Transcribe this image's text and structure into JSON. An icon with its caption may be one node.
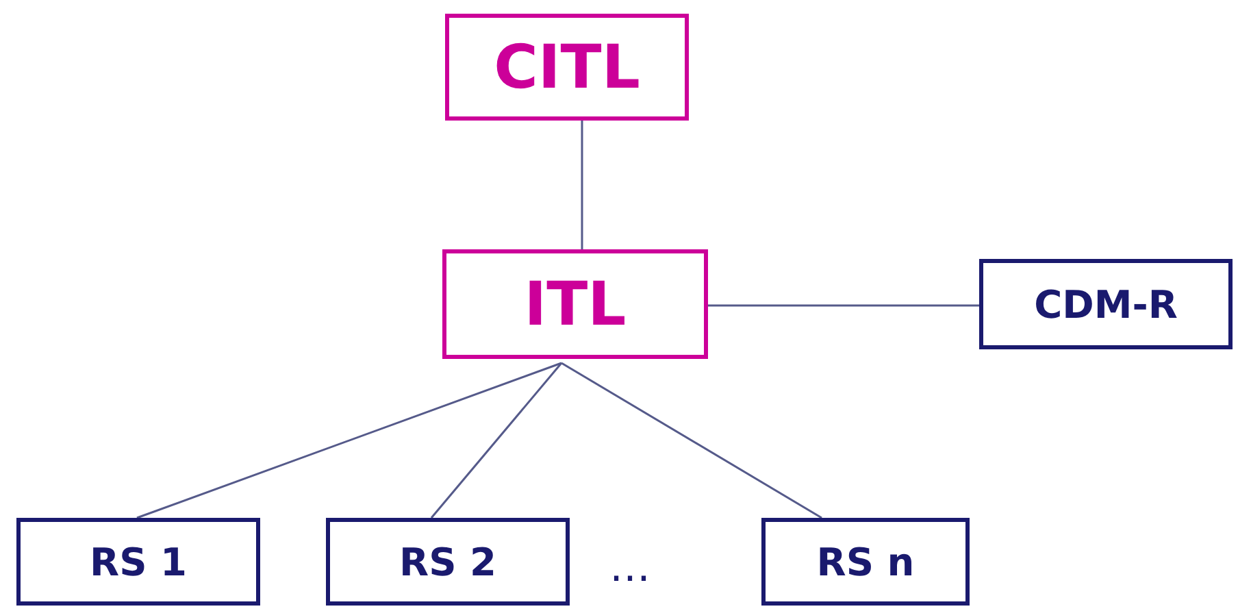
{
  "diagram": {
    "nodes": [
      {
        "text": [
          "CITL"
        ]
      },
      {
        "text": [
          "ITL"
        ]
      },
      {
        "text": [
          "CDM-R"
        ]
      },
      {
        "text": [
          "RS 1"
        ]
      },
      {
        "text": [
          "RS 2"
        ]
      },
      {
        "text": [
          "RS n"
        ]
      }
    ],
    "edges": [
      {
        "from": 0,
        "to": 1,
        "arrow": "none"
      },
      {
        "from": 1,
        "to": 2,
        "arrow": "none"
      },
      {
        "from": 1,
        "to": 3,
        "arrow": "none"
      },
      {
        "from": 1,
        "to": 4,
        "arrow": "none"
      },
      {
        "from": 1,
        "to": 5,
        "arrow": "none"
      }
    ],
    "labels": [
      "…"
    ]
  }
}
